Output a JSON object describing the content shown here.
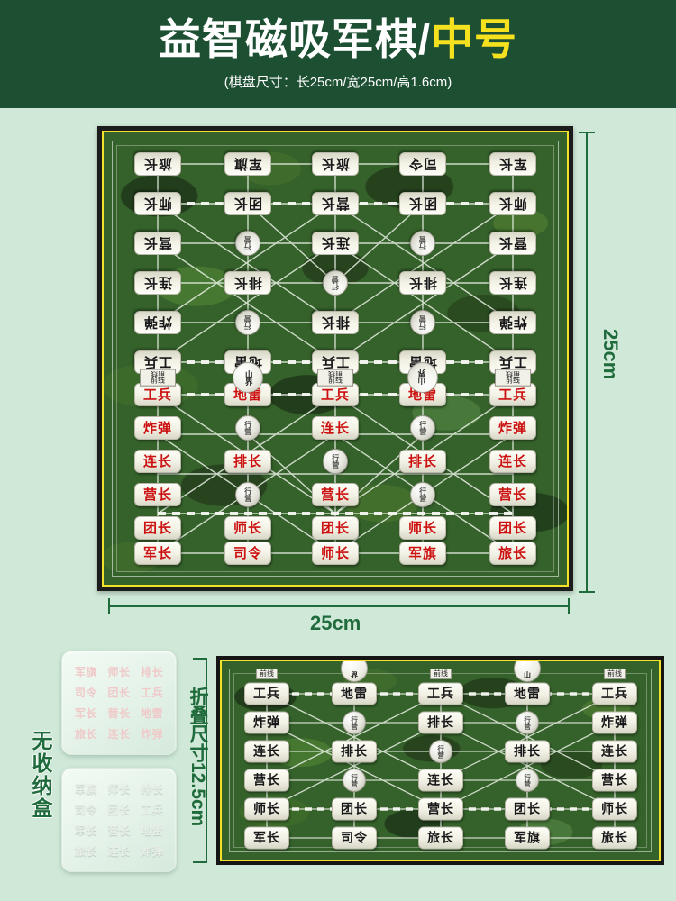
{
  "header": {
    "title_main": "益智磁吸军棋",
    "title_sep": "/",
    "title_accent": "中号",
    "subtitle": "(棋盘尺寸：长25cm/宽25cm/高1.6cm)",
    "bg_color": "#1d4f33",
    "accent_color": "#f5e11e"
  },
  "page": {
    "bg_color": "#cfe8d7"
  },
  "dimensions": {
    "board_width_label": "25cm",
    "board_height_label": "25cm",
    "folded_label": "折叠尺寸12.5cm",
    "guide_color": "#1f6b3c"
  },
  "board": {
    "frame_color": "#1c1c1c",
    "trim_color": "#f3e12a",
    "field_color": "#35612a",
    "red_color": "#cc1111",
    "black_color": "#18181a",
    "camp_label": "行营",
    "frontline_label": "前线",
    "mountain_label": "山界",
    "top_rows": [
      [
        "旅长",
        "军旗",
        "旅长",
        "司令",
        "军长"
      ],
      [
        "师长",
        "团长",
        "营长",
        "团长",
        "师长"
      ],
      [
        "营长",
        "行营",
        "连长",
        "行营",
        "营长"
      ],
      [
        "连长",
        "排长",
        "行营",
        "排长",
        "连长"
      ],
      [
        "炸弹",
        "行营",
        "排长",
        "行营",
        "炸弹"
      ],
      [
        "工兵",
        "地雷",
        "工兵",
        "地雷",
        "工兵"
      ]
    ],
    "bottom_rows": [
      [
        "工兵",
        "地雷",
        "工兵",
        "地雷",
        "工兵"
      ],
      [
        "炸弹",
        "行营",
        "连长",
        "行营",
        "炸弹"
      ],
      [
        "连长",
        "排长",
        "行营",
        "排长",
        "连长"
      ],
      [
        "营长",
        "行营",
        "营长",
        "行营",
        "营长"
      ],
      [
        "团长",
        "师长",
        "团长",
        "师长",
        "团长"
      ],
      [
        "军长",
        "司令",
        "师长",
        "军旗",
        "旅长"
      ]
    ]
  },
  "folded_board": {
    "rows": [
      [
        "工兵",
        "地雷",
        "工兵",
        "地雷",
        "工兵"
      ],
      [
        "炸弹",
        "行营",
        "排长",
        "行营",
        "炸弹"
      ],
      [
        "连长",
        "排长",
        "行营",
        "排长",
        "连长"
      ],
      [
        "营长",
        "行营",
        "连长",
        "行营",
        "营长"
      ],
      [
        "师长",
        "团长",
        "营长",
        "团长",
        "师长"
      ],
      [
        "军长",
        "司令",
        "旅长",
        "军旗",
        "旅长"
      ]
    ],
    "frontline_label": "前线",
    "mountain_left": "界",
    "mountain_right": "山"
  },
  "trays": {
    "no_box_label": "无收纳盒",
    "grid": [
      [
        "军旗",
        "师长",
        "排长"
      ],
      [
        "司令",
        "团长",
        "工兵"
      ],
      [
        "军长",
        "营长",
        "地雷"
      ],
      [
        "旅长",
        "连长",
        "炸弹"
      ]
    ]
  }
}
